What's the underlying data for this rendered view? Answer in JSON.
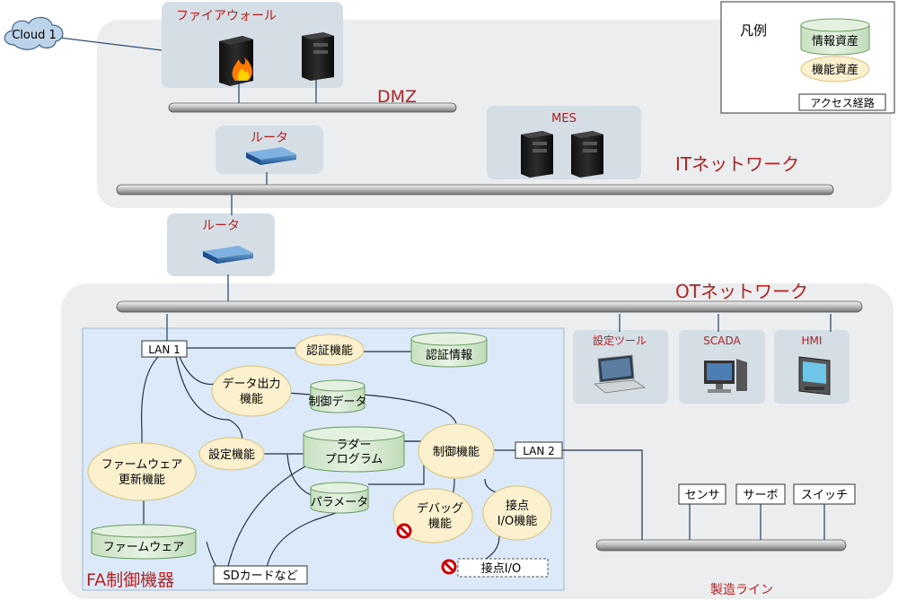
{
  "legend": {
    "title": "凡例",
    "info_asset": "情報資産",
    "function_asset": "機能資産",
    "access_path": "アクセス経路"
  },
  "cloud": "Cloud 1",
  "dmz": {
    "label": "DMZ",
    "firewall_label": "ファイアウォール",
    "router_label": "ルータ"
  },
  "it_network": {
    "label": "ITネットワーク",
    "mes_label": "MES"
  },
  "router_label": "ルータ",
  "ot_network": {
    "label": "OTネットワーク",
    "settings_tool": "設定ツール",
    "scada": "SCADA",
    "hmi": "HMI"
  },
  "fa": {
    "label": "FA制御機器",
    "lan1": "LAN 1",
    "lan2": "LAN 2",
    "auth_function": "認証機能",
    "auth_info": "認証情報",
    "data_output_function": [
      "データ出力",
      "機能"
    ],
    "control_data": "制御データ",
    "settings_function": "設定機能",
    "ladder_program": [
      "ラダー",
      "プログラム"
    ],
    "control_function": "制御機能",
    "firmware_update_function": [
      "ファームウェア",
      "更新機能"
    ],
    "parameter": "パラメータ",
    "debug_function": [
      "デバッグ",
      "機能"
    ],
    "contact_io_function": [
      "接点",
      "I/O機能"
    ],
    "firmware": "ファームウェア",
    "sd_card": "SDカードなど",
    "contact_io": "接点I/O"
  },
  "production_line": {
    "label": "製造ライン",
    "sensor": "センサ",
    "servo": "サーボ",
    "switch": "スイッチ"
  },
  "colors": {
    "zone": "#ebedef",
    "zone_box": "#d5dde5",
    "fa_area": "#dce9f9",
    "info_asset": "#d7ebd3",
    "function_asset": "#fbf1cf",
    "red_label": "#b22222"
  }
}
